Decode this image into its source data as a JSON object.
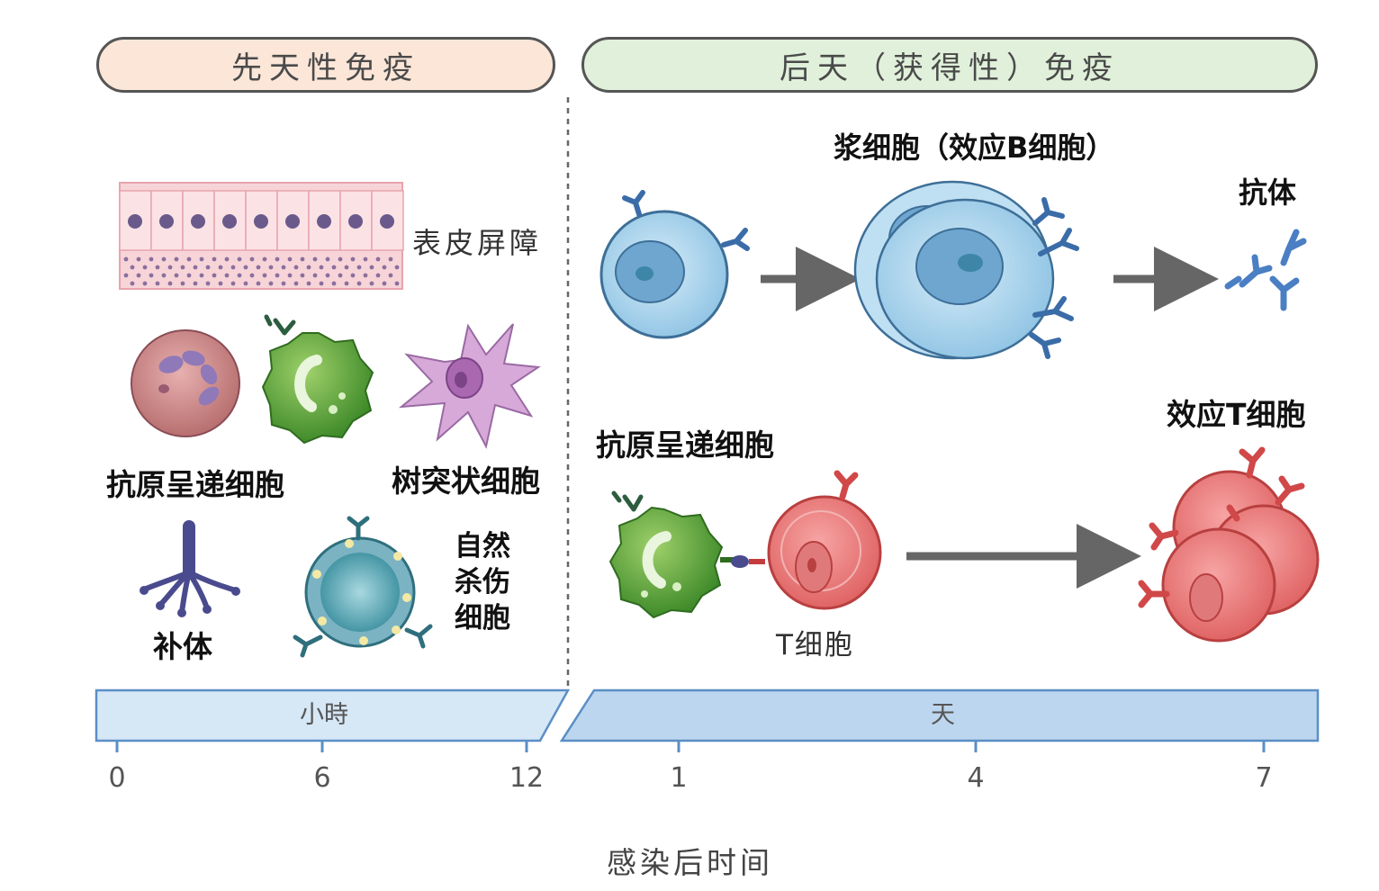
{
  "headers": {
    "innate": "先天性免疫",
    "adaptive": "后天（获得性）免疫"
  },
  "innate_labels": {
    "epithelial": "表皮屏障",
    "apc": "抗原呈递细胞",
    "dendritic": "树突状细胞",
    "complement": "补体",
    "nk_line1": "自然",
    "nk_line2": "杀伤",
    "nk_line3": "细胞"
  },
  "adaptive_labels": {
    "plasma": "浆细胞（效应B细胞）",
    "antibody": "抗体",
    "apc": "抗原呈递细胞",
    "effector_t": "效应T细胞",
    "t_cell": "T细胞"
  },
  "timeline": {
    "hours_label": "小時",
    "days_label": "天",
    "hour_ticks": [
      "0",
      "6",
      "12"
    ],
    "day_ticks": [
      "1",
      "4",
      "7"
    ],
    "axis_title": "感染后时间"
  },
  "colors": {
    "innate_header_fill": "#fbe6d8",
    "adaptive_header_fill": "#e0f0da",
    "timeline_fill": "#cde1f3",
    "timeline_fill_days": "#bad5ee",
    "timeline_stroke": "#5b8fc6"
  },
  "icons": [
    "epithelial-layer-icon",
    "neutrophil-icon",
    "macrophage-icon",
    "dendritic-cell-icon",
    "complement-icon",
    "nk-cell-icon",
    "b-cell-icon",
    "plasma-cell-icon",
    "antibody-icon",
    "t-cell-icon",
    "effector-t-cell-icon",
    "arrow-icon"
  ]
}
